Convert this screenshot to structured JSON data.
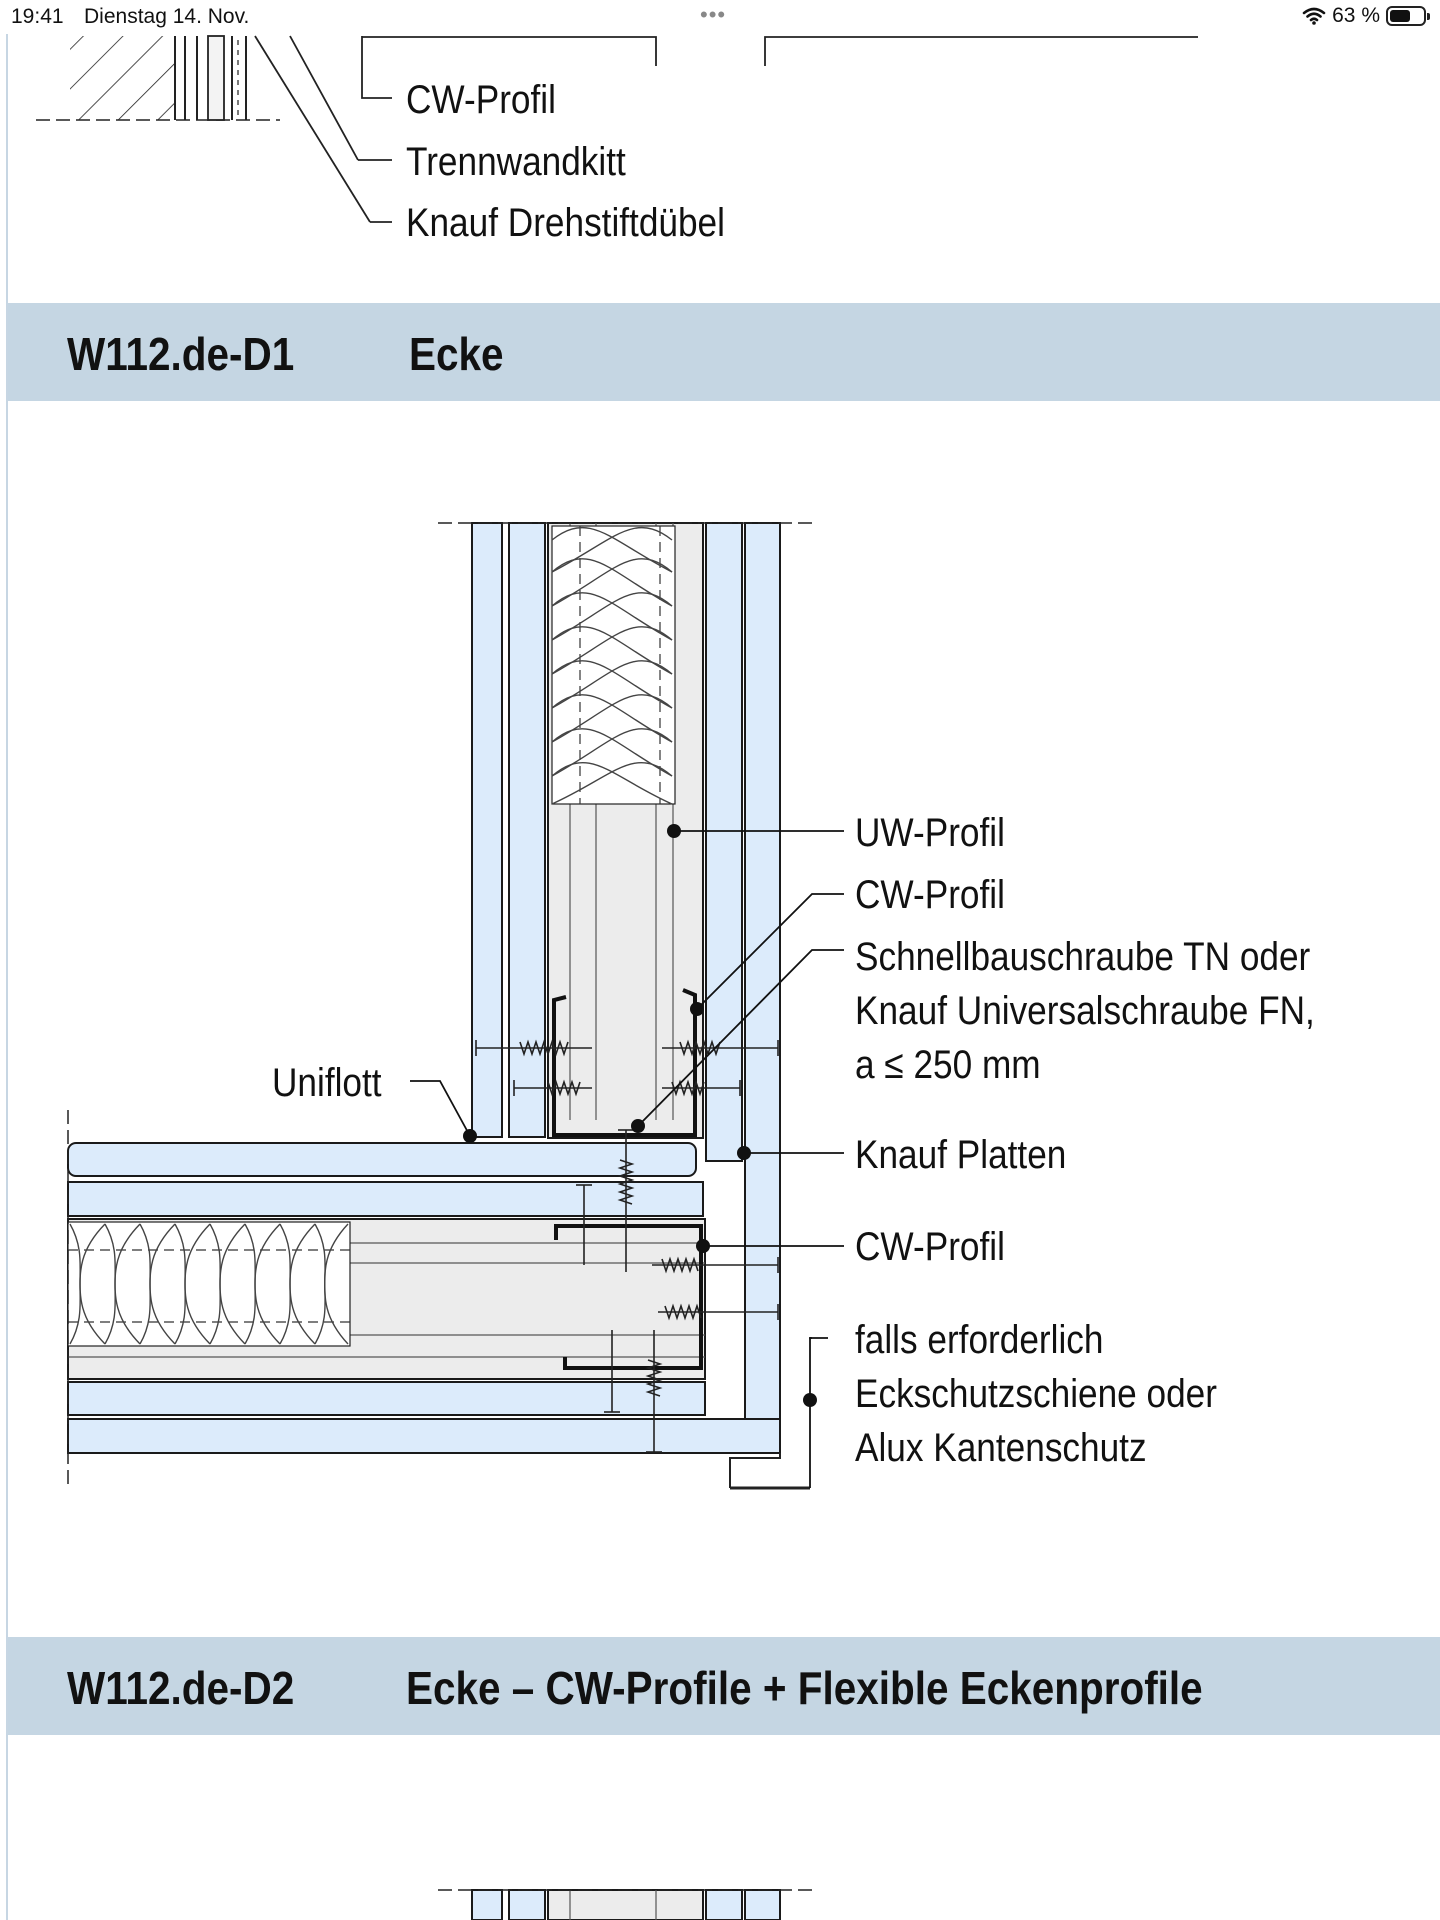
{
  "status_bar": {
    "time": "19:41",
    "date": "Dienstag 14. Nov.",
    "battery": "63 %",
    "battery_level": 0.63,
    "icons": [
      "multitask-dots-icon",
      "wifi-icon",
      "battery-icon"
    ]
  },
  "top_detail": {
    "labels": [
      "CW-Profil",
      "Trennwandkitt",
      "Knauf Drehstiftdübel"
    ]
  },
  "section_d1": {
    "code": "W112.de-D1",
    "title": "Ecke",
    "labels": {
      "uw_profil": "UW-Profil",
      "cw_profil_1": "CW-Profil",
      "screw_line1": "Schnellbauschraube TN oder",
      "screw_line2": "Knauf Universalschraube FN,",
      "screw_line3": "a ≤ 250 mm",
      "uniflott": "Uniflott",
      "knauf_platten": "Knauf Platten",
      "cw_profil_2": "CW-Profil",
      "edge_line1": "falls erforderlich",
      "edge_line2": "Eckschutzschiene oder",
      "edge_line3": "Alux Kantenschutz"
    }
  },
  "section_d2": {
    "code": "W112.de-D2",
    "title": "Ecke – CW-Profile + Flexible Eckenprofile"
  },
  "colors": {
    "band": "#c5d6e3",
    "board": "#dcebfb",
    "stud_fill": "#e9e9e9",
    "line": "#1a1a1a"
  }
}
